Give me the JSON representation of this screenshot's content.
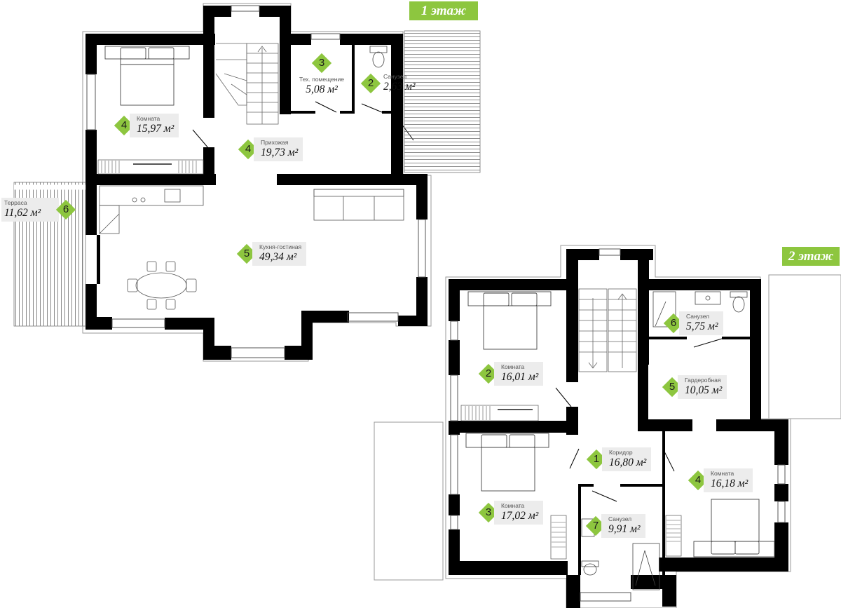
{
  "floors": [
    {
      "label": "1 этаж",
      "rooms": [
        {
          "num": "3",
          "name": "Тех. помещение",
          "area": "5,08 м²"
        },
        {
          "num": "2",
          "name": "Санузел",
          "area": "2,63 м²"
        },
        {
          "num": "4",
          "name": "Комната",
          "area": "15,97 м²"
        },
        {
          "num": "4",
          "name": "Прихожая",
          "area": "19,73 м²"
        },
        {
          "num": "6",
          "name": "Терраса",
          "area": "11,62 м²"
        },
        {
          "num": "5",
          "name": "Кухня-гостиная",
          "area": "49,34 м²"
        }
      ]
    },
    {
      "label": "2 этаж",
      "rooms": [
        {
          "num": "6",
          "name": "Санузел",
          "area": "5,75 м²"
        },
        {
          "num": "2",
          "name": "Комната",
          "area": "16,01 м²"
        },
        {
          "num": "5",
          "name": "Гардеробная",
          "area": "10,05 м²"
        },
        {
          "num": "1",
          "name": "Коридор",
          "area": "16,80 м²"
        },
        {
          "num": "4",
          "name": "Комната",
          "area": "16,18 м²"
        },
        {
          "num": "3",
          "name": "Комната",
          "area": "17,02 м²"
        },
        {
          "num": "7",
          "name": "Санузел",
          "area": "9,91 м²"
        }
      ]
    }
  ],
  "colors": {
    "accent": "#8dc63f",
    "wall": "#000000",
    "tag_bg": "#ececec"
  }
}
